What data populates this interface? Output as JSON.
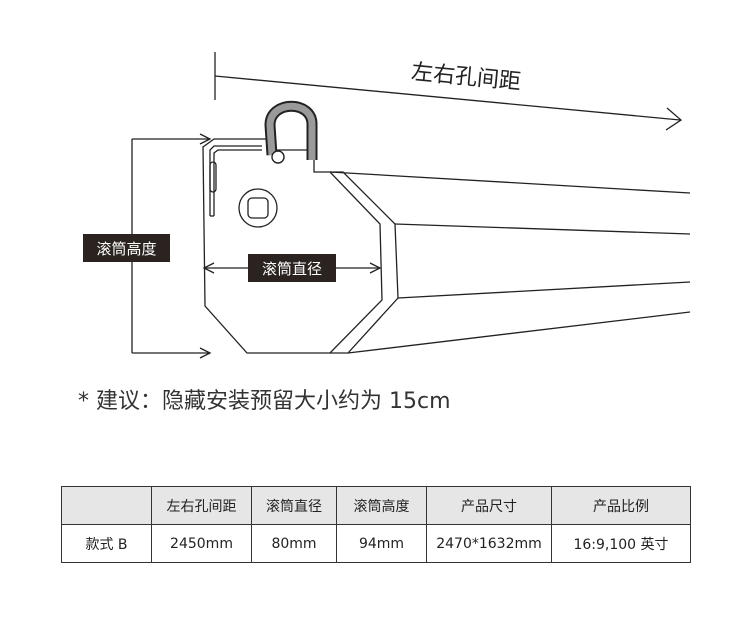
{
  "diagram": {
    "hole_spacing_label": "左右孔间距",
    "tube_height_label": "滚筒高度",
    "tube_diameter_label": "滚筒直径"
  },
  "note": "* 建议：隐藏安装预留大小约为 15cm",
  "table": {
    "headers": [
      "",
      "左右孔间距",
      "滚筒直径",
      "滚筒高度",
      "产品尺寸",
      "产品比例"
    ],
    "rows": [
      [
        "款式 B",
        "2450mm",
        "80mm",
        "94mm",
        "2470*1632mm",
        "16:9,100 英寸"
      ]
    ]
  }
}
